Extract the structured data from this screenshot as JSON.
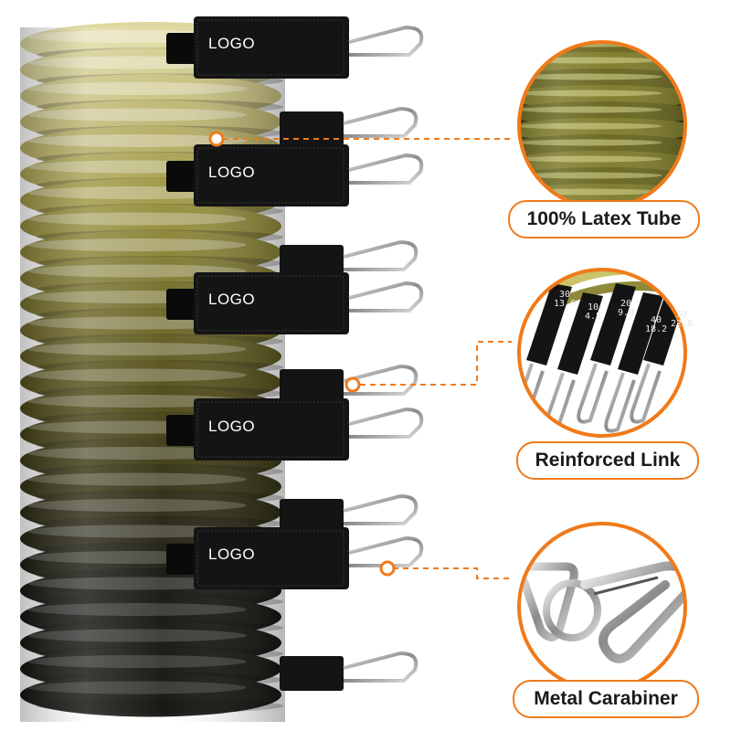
{
  "logo_text": "LOGO",
  "callouts": [
    {
      "label": "100% Latex Tube"
    },
    {
      "label": "Reinforced Link"
    },
    {
      "label": "Metal Carabiner"
    }
  ],
  "strap_marks": [
    {
      "value": "30",
      "sub": "13.6"
    },
    {
      "value": "10",
      "sub": "4.5"
    },
    {
      "value": "20",
      "sub": "9.0"
    },
    {
      "value": "40",
      "sub": "18.2"
    },
    {
      "value": "50",
      "sub": "22.8"
    }
  ],
  "colors": {
    "accent": "#f07a1a",
    "tube_light": "#ded8a0",
    "tube_mid": "#9c9440",
    "tube_dark": "#4e4a16",
    "tube_black": "#141410",
    "strap": "#141414"
  }
}
